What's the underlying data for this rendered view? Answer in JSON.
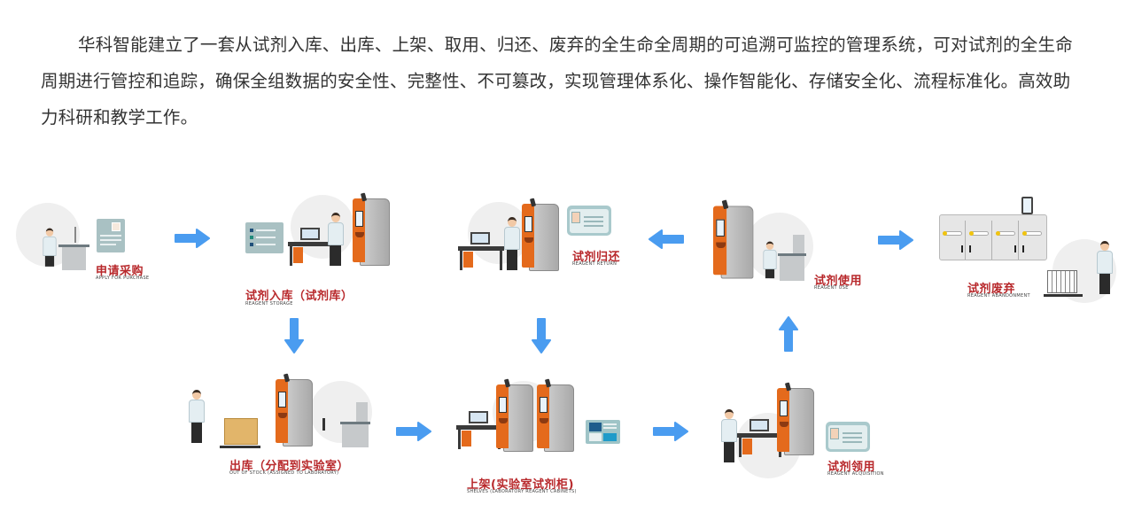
{
  "intro": {
    "text": "华科智能建立了一套从试剂入库、出库、上架、取用、归还、废弃的全生命全周期的可追溯可监控的管理系统，可对试剂的全生命周期进行管控和追踪，确保全组数据的安全性、完整性、不可篡改，实现管理体系化、操作智能化、存储安全化、流程标准化。高效助力科研和教学工作。"
  },
  "colors": {
    "label": "#b8282b",
    "arrow": "#4a9cf0",
    "cabinet_accent": "#e46a1c",
    "text": "#333333"
  },
  "flow": {
    "steps": [
      {
        "id": "apply",
        "label_cn": "申请采购",
        "label_en": "APPLY FOR PURCHASE"
      },
      {
        "id": "storage",
        "label_cn": "试剂入库（试剂库）",
        "label_en": "REAGENT STORAGE"
      },
      {
        "id": "return",
        "label_cn": "试剂归还",
        "label_en": "REAGENT RETURN"
      },
      {
        "id": "use",
        "label_cn": "试剂使用",
        "label_en": "REAGENT USE"
      },
      {
        "id": "abandon",
        "label_cn": "试剂废弃",
        "label_en": "REAGENT ABANDONMENT"
      },
      {
        "id": "out",
        "label_cn": "出库（分配到实验室）",
        "label_en": "OUT OF STOCK (ASSIGNED TO LABORATORY)"
      },
      {
        "id": "shelves",
        "label_cn": "上架(实验室试剂柜)",
        "label_en": "SHELVES (LABORATORY REAGENT CABINETS)"
      },
      {
        "id": "acquisition",
        "label_cn": "试剂领用",
        "label_en": "REAGENT ACQUISITION"
      }
    ],
    "arrows": [
      {
        "from": "apply",
        "to": "storage",
        "direction": "right",
        "icon": "arrow-right-icon"
      },
      {
        "from": "storage",
        "to": "out",
        "direction": "down",
        "icon": "arrow-down-icon"
      },
      {
        "from": "out",
        "to": "shelves",
        "direction": "right",
        "icon": "arrow-right-icon"
      },
      {
        "from": "shelves",
        "to": "acquisition",
        "direction": "right",
        "icon": "arrow-right-icon"
      },
      {
        "from": "acquisition",
        "to": "use",
        "direction": "up",
        "icon": "arrow-up-icon"
      },
      {
        "from": "use",
        "to": "return",
        "direction": "left",
        "icon": "arrow-left-icon"
      },
      {
        "from": "return",
        "to": "shelves",
        "direction": "down",
        "icon": "arrow-down-icon"
      },
      {
        "from": "use",
        "to": "abandon",
        "direction": "right",
        "icon": "arrow-right-icon"
      }
    ]
  }
}
